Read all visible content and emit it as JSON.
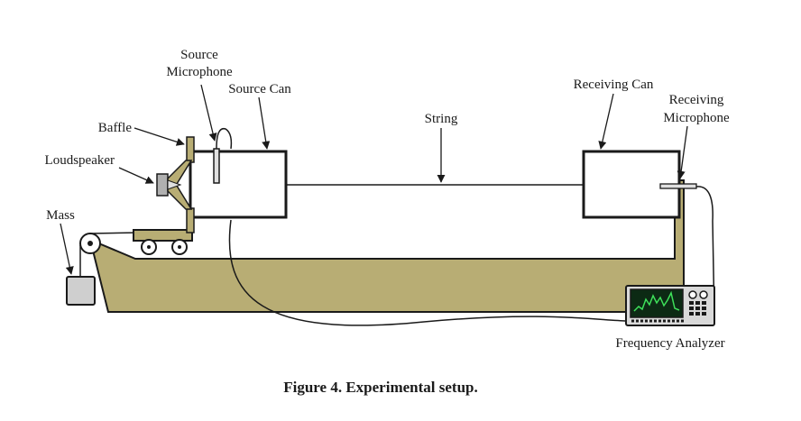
{
  "labels": {
    "source_microphone_line1": "Source",
    "source_microphone_line2": "Microphone",
    "source_can": "Source Can",
    "baffle": "Baffle",
    "loudspeaker": "Loudspeaker",
    "mass": "Mass",
    "string": "String",
    "receiving_can": "Receiving Can",
    "receiving_microphone_line1": "Receiving",
    "receiving_microphone_line2": "Microphone",
    "frequency_analyzer": "Frequency Analyzer"
  },
  "caption": "Figure 4. Experimental setup.",
  "colors": {
    "bench": "#b8ad74",
    "outline": "#1a1a1a",
    "mass": "#cfcfcf",
    "screen": "#0c2a14",
    "trace": "#3ee05a",
    "analyzer_body": "#d9d9d9"
  }
}
